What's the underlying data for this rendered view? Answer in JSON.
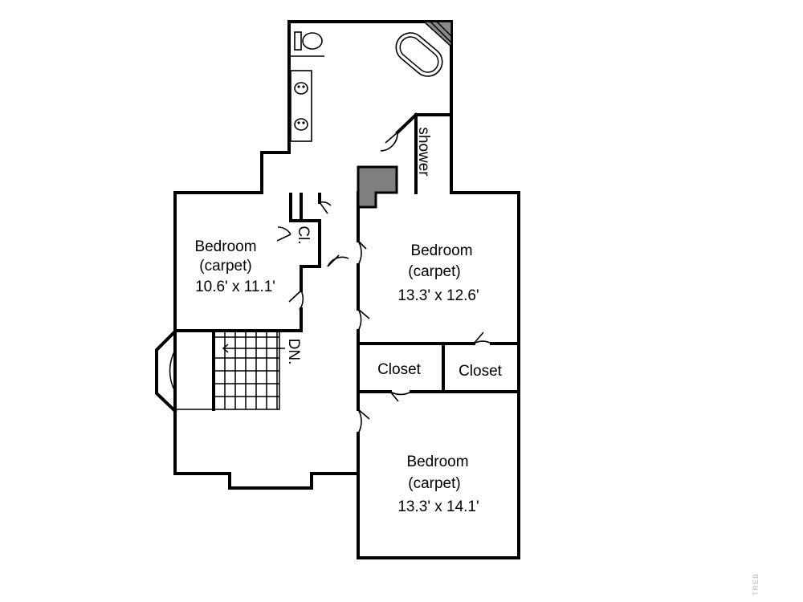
{
  "rooms": {
    "bedroom_left": {
      "name": "Bedroom",
      "floor": "(carpet)",
      "size": "10.6' x 11.1'"
    },
    "bedroom_right_top": {
      "name": "Bedroom",
      "floor": "(carpet)",
      "size": "13.3' x 12.6'"
    },
    "bedroom_right_bottom": {
      "name": "Bedroom",
      "floor": "(carpet)",
      "size": "13.3' x 14.1'"
    },
    "closet_left": {
      "name": "Closet"
    },
    "closet_right": {
      "name": "Closet"
    },
    "small_closet": {
      "name": "Cl."
    },
    "shower": {
      "name": "shower"
    },
    "stairs": {
      "name": "DN."
    }
  },
  "icons": [
    "toilet-icon",
    "sink-icon",
    "bathtub-icon",
    "stairs-icon"
  ],
  "colors": {
    "wall": "#000000",
    "chimney": "#7f7f7f",
    "background": "#ffffff"
  },
  "watermark": "TREB"
}
